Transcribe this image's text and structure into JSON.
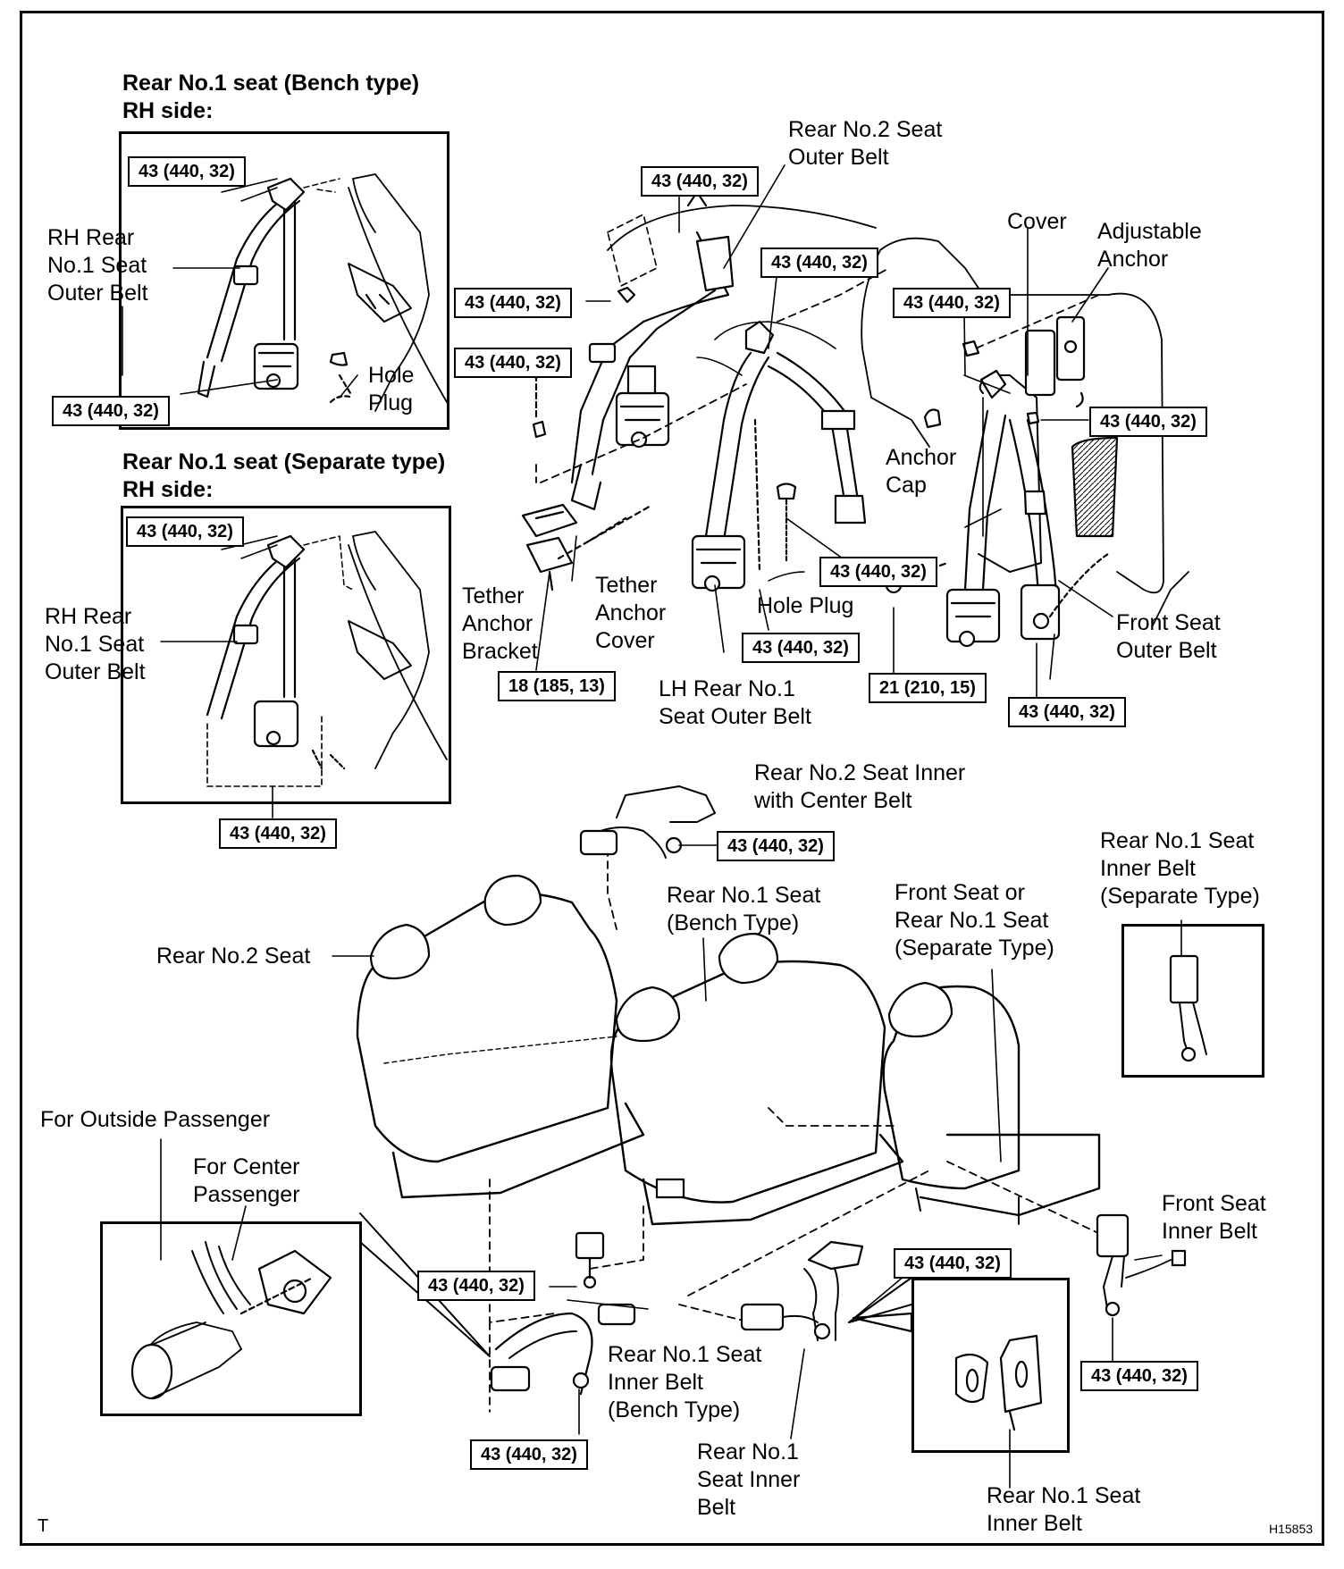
{
  "headers": {
    "bench": [
      "Rear No.1 seat (Bench type)",
      "RH side:"
    ],
    "separate": [
      "Rear No.1 seat (Separate type)",
      "RH side:"
    ]
  },
  "labels": {
    "rh_outer_1": [
      "RH Rear",
      "No.1 Seat",
      "Outer Belt"
    ],
    "hole_plug_1": [
      "Hole",
      "Plug"
    ],
    "rh_outer_2": [
      "RH Rear",
      "No.1 Seat",
      "Outer Belt"
    ],
    "rear2_outer": [
      "Rear No.2 Seat",
      "Outer Belt"
    ],
    "cover": [
      "Cover"
    ],
    "adj_anchor": [
      "Adjustable",
      "Anchor"
    ],
    "anchor_cap": [
      "Anchor",
      "Cap"
    ],
    "hole_plug_2": [
      "Hole Plug"
    ],
    "tether_bracket": [
      "Tether",
      "Anchor",
      "Bracket"
    ],
    "tether_cover": [
      "Tether",
      "Anchor",
      "Cover"
    ],
    "lh_outer": [
      "LH Rear No.1",
      "Seat Outer Belt"
    ],
    "front_outer": [
      "Front Seat",
      "Outer Belt"
    ],
    "rear2_inner": [
      "Rear No.2 Seat Inner",
      "with Center Belt"
    ],
    "rear1_inner_sep": [
      "Rear No.1 Seat",
      "Inner Belt",
      "(Separate Type)"
    ],
    "rear1_bench_seat": [
      "Rear No.1 Seat",
      "(Bench Type)"
    ],
    "front_or_rear1": [
      "Front Seat or",
      "Rear No.1 Seat",
      "(Separate Type)"
    ],
    "rear2_seat": [
      "Rear No.2 Seat"
    ],
    "outside_pass": [
      "For Outside Passenger"
    ],
    "center_pass": [
      "For Center",
      "Passenger"
    ],
    "front_inner": [
      "Front Seat",
      "Inner Belt"
    ],
    "rear1_inner_bench": [
      "Rear No.1 Seat",
      "Inner Belt",
      "(Bench Type)"
    ],
    "rear1_inner_a": [
      "Rear No.1",
      "Seat Inner",
      "Belt"
    ],
    "rear1_inner_b": [
      "Rear No.1 Seat",
      "Inner Belt"
    ]
  },
  "torque": {
    "std": "43 (440, 32)",
    "tether": "18 (185, 13)",
    "bolt21": "21 (210, 15)"
  },
  "corner": {
    "left": "T",
    "code": "H15853"
  }
}
